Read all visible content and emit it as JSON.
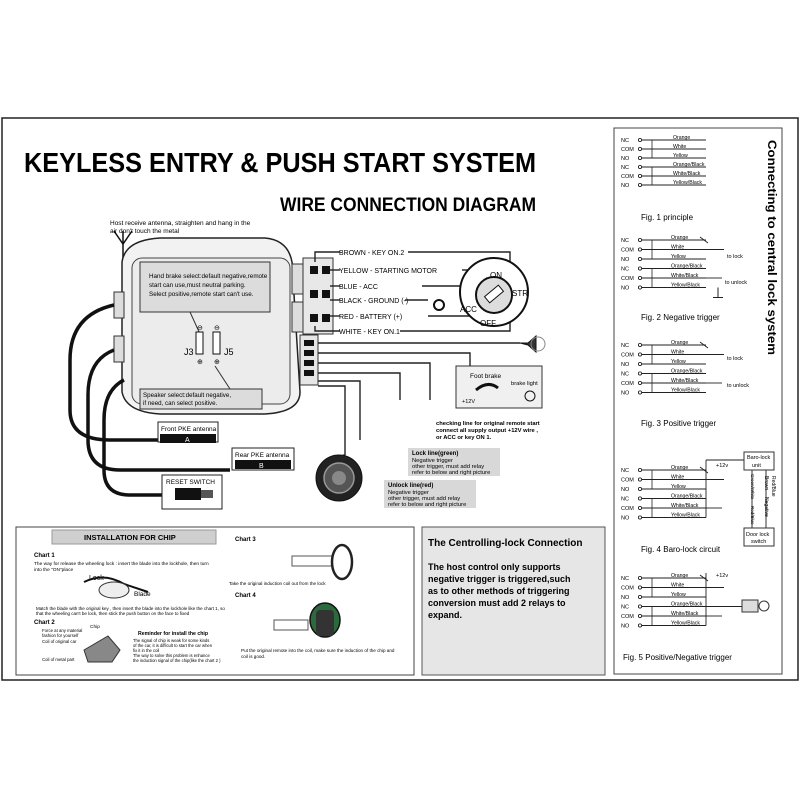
{
  "header": {
    "title": "KEYLESS ENTRY & PUSH START SYSTEM",
    "subtitle": "WIRE CONNECTION DIAGRAM"
  },
  "main_module": {
    "antenna_note": [
      "Host receive antenna, straighten and hang in the",
      "air don't touch the metal"
    ],
    "hand_brake_note": [
      "Hand brake select:default negative,remote",
      "start can use,must neutral parking.",
      "Select positive,remote start can't use."
    ],
    "jumper_j3": "J3",
    "jumper_j5": "J5",
    "speaker_note": [
      "Speaker select:default negative,",
      "if need, can select positive."
    ],
    "front_antenna": {
      "label": "Front PKE antenna",
      "tag": "A"
    },
    "rear_antenna": {
      "label": "Rear PKE antenna",
      "tag": "B"
    },
    "reset_switch": "RESET SWITCH"
  },
  "wires": [
    {
      "label": "BROWN  - KEY ON.2"
    },
    {
      "label": "YELLOW - STARTING MOTOR"
    },
    {
      "label": "BLUE    - ACC"
    },
    {
      "label": "BLACK   - GROUND (-)"
    },
    {
      "label": "RED      - BATTERY (+)"
    },
    {
      "label": "WHITE  - KEY ON.1"
    }
  ],
  "ignition": {
    "on": "ON",
    "str": "STR",
    "acc": "ACC",
    "off": "OFF"
  },
  "brake": {
    "foot_brake": "Foot brake",
    "brake_light": "brake light",
    "plus12": "+12V"
  },
  "notes": {
    "checking": [
      "checking line for original remote start",
      "connect all supply output +12V wire ,",
      "or ACC or key ON 1."
    ],
    "lock_line": [
      "Lock line(green)",
      "Negative trigger",
      "other trigger, must add relay",
      "refer to below and right picture"
    ],
    "unlock_line": [
      "Unlock line(red)",
      "Negative trigger",
      "other trigger, must add relay",
      "refer to below and right picture"
    ]
  },
  "chip": {
    "title": "INSTALLATION FOR CHIP",
    "chart1": "Chart 1",
    "chart1_text": [
      "The way for release the wheeling lock : insert the blade into the lockhole, then turn",
      "into the \"ON\"place"
    ],
    "lock": "Lock",
    "blade": "Blade",
    "chart1_bottom": [
      "Match the blade with the original key , then insert the blade into the lockhole like the chart 1, so",
      "that the wheeling can't be lock, then stick the push button on the face to fixed"
    ],
    "chart2": "Chart 2",
    "chart2_labels": [
      "Force at any material",
      "fashion for yourself",
      "Coil of original car",
      "Coil of metal part"
    ],
    "chip_label": "Chip",
    "reminder_title": "Reminder for install the chip",
    "reminder_text": [
      "The signal of chip is weak for some kinds",
      "of the car, it is difficult to start the car when",
      "fix it in the coil",
      "The way to solve this problem is enhance",
      "the induction signal of the chip(like the chart 2 )"
    ],
    "chart3": "Chart 3",
    "chart3_text": "Take the original induction coil  out from the lock",
    "chart4": "Chart 4",
    "chart4_text": [
      "Put the original remote into the coil, make sure the induction of the chip and",
      "coil is good."
    ]
  },
  "central_lock_box": {
    "title": "The Centrolling-lock Connection",
    "body": [
      "The host control only supports",
      "negative trigger is triggered,such",
      "as to other methods of triggering",
      "conversion  must add 2 relays to",
      "expand."
    ]
  },
  "right_panel": {
    "title": "Connecting to central lock system",
    "terminals": [
      "NC",
      "COM",
      "NO",
      "NC",
      "COM",
      "NO"
    ],
    "colors": [
      "Orange",
      "White",
      "Yellow",
      "Orange/Black",
      "White/Black",
      "Yellow/Black"
    ],
    "to_lock": "to lock",
    "to_unlock": "to unlock",
    "plus12": "+12v",
    "baro_unit": [
      "Baro-lock",
      "unit"
    ],
    "baro_side": [
      "Red/Blue",
      "Brown",
      "Negative"
    ],
    "baro_side2": [
      "Green/White",
      "Red/Blue"
    ],
    "door_switch": [
      "Door lock",
      "switch"
    ],
    "fig1": "Fig. 1  principle",
    "fig2": "Fig. 2  Negative trigger",
    "fig3": "Fig. 3  Positive trigger",
    "fig4": "Fig. 4  Baro-lock circuit",
    "fig5": "Fig. 5  Positive/Negative trigger"
  }
}
